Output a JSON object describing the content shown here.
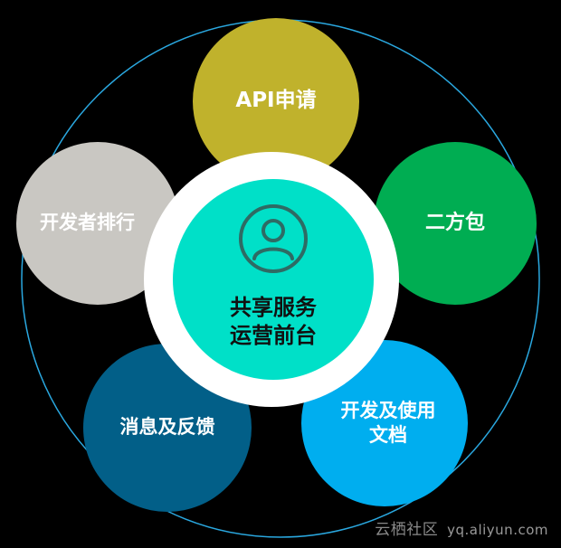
{
  "diagram": {
    "center": {
      "icon": "user-icon",
      "line1": "共享服务",
      "line2": "运营前台"
    },
    "nodes": {
      "api": {
        "label": "API申请",
        "color": "#c0b22c"
      },
      "sdk": {
        "label": "二方包",
        "color": "#00ad52"
      },
      "docs": {
        "line1": "开发及使用",
        "line2": "文档",
        "color": "#00aeef"
      },
      "feedback": {
        "label": "消息及反馈",
        "color": "#025f88"
      },
      "ranking": {
        "label": "开发者排行",
        "color": "#c9c7c2"
      }
    },
    "ring_color": "#2aa8e0",
    "center_color": "#00e0c8"
  },
  "watermark": {
    "brand": "云栖社区",
    "site": "yq.aliyun.com"
  }
}
